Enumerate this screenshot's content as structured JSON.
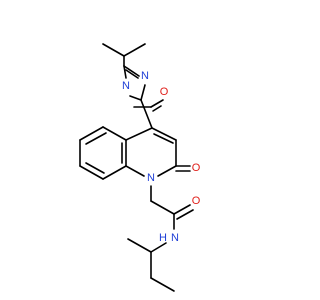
{
  "colors": {
    "bond": "#000000",
    "nitrogen": "#1f3fd6",
    "oxygen": "#e0201b",
    "background": "#ffffff"
  },
  "atoms": {
    "n_oxadiazole_top": "N",
    "o_oxadiazole": "O",
    "n_oxadiazole_bottom": "N",
    "n_quinolinone": "N",
    "o_carbonyl_ring": "O",
    "o_amide": "O",
    "nh_amide": "N",
    "h_amide": "H"
  }
}
